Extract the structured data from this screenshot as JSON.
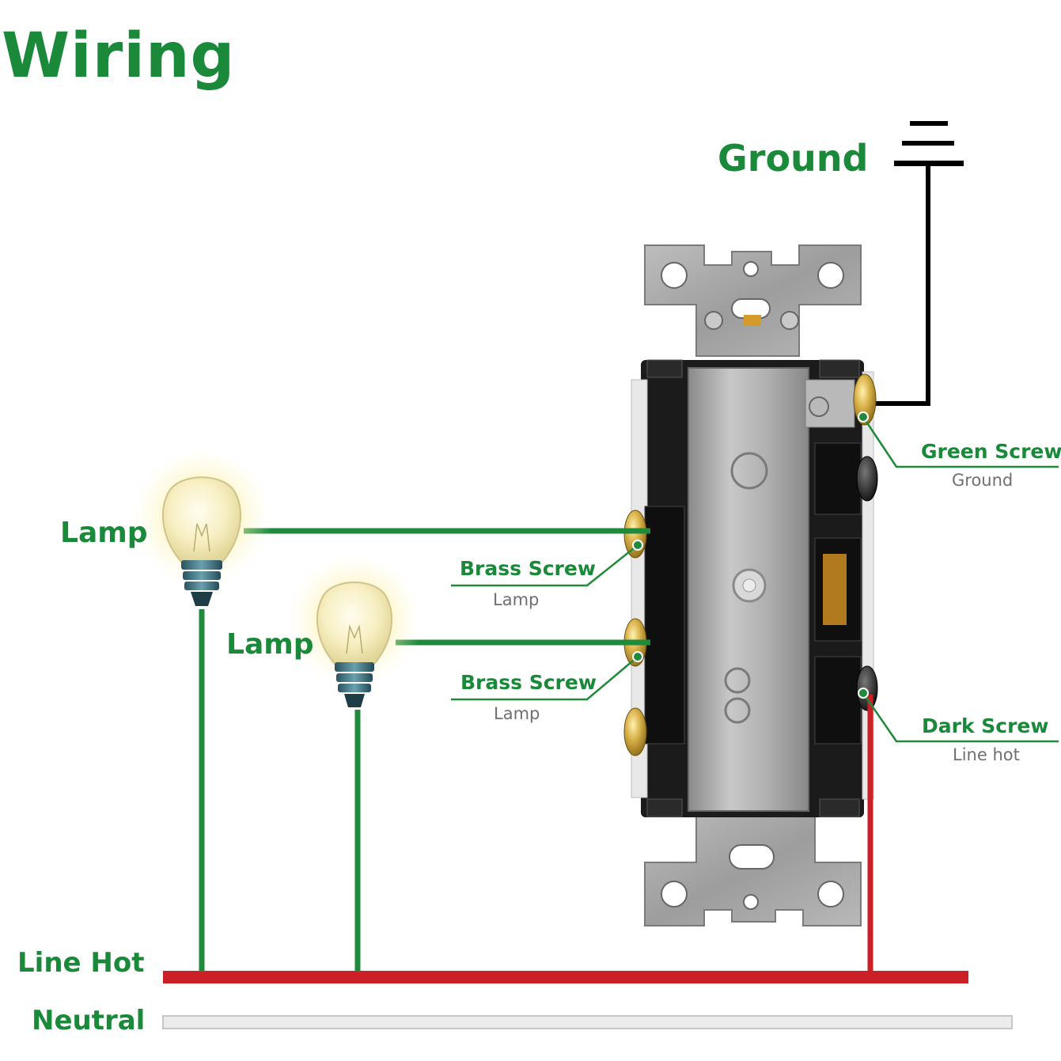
{
  "title": "Wiring",
  "ground_label": "Ground",
  "lamps": [
    {
      "label": "Lamp"
    },
    {
      "label": "Lamp"
    }
  ],
  "callouts": {
    "brass1": {
      "title": "Brass Screw",
      "sub": "Lamp"
    },
    "brass2": {
      "title": "Brass Screw",
      "sub": "Lamp"
    },
    "green": {
      "title": "Green Screw",
      "sub": "Ground"
    },
    "dark": {
      "title": "Dark Screw",
      "sub": "Line hot"
    }
  },
  "rails": {
    "line_hot": "Line Hot",
    "neutral": "Neutral"
  },
  "colors": {
    "brand_green": "#1a8a3a",
    "wire_green": "#1f8a3c",
    "hot_red": "#cc2027",
    "ground_black": "#000000",
    "neutral_gray": "#e6e6e6"
  },
  "icons": [
    "ground-symbol-icon",
    "light-bulb-icon",
    "switch-device-icon"
  ]
}
